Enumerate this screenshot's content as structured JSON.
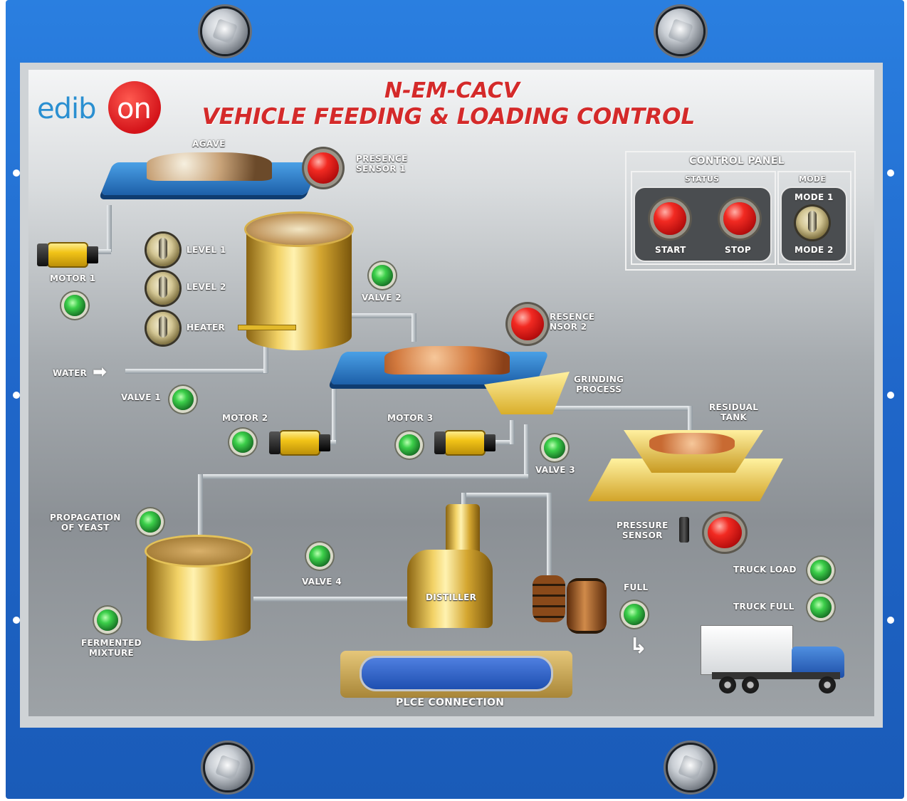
{
  "header": {
    "model": "N-EM-CACV",
    "title": "VEHICLE FEEDING & LOADING CONTROL",
    "brand_left": "edib",
    "brand_right": "on"
  },
  "labels": {
    "agave": "AGAVE",
    "presence_sensor_1": "PRESENCE\nSENSOR 1",
    "motor_1": "MOTOR 1",
    "level_1": "LEVEL 1",
    "level_2": "LEVEL 2",
    "heater": "HEATER",
    "valve_2": "VALVE 2",
    "presence_sensor_2": "RESENCE\nNSOR 2",
    "water": "WATER",
    "valve_1": "VALVE 1",
    "grinding_process": "GRINDING\nPROCESS",
    "motor_2": "MOTOR 2",
    "motor_3": "MOTOR 3",
    "residual_tank": "RESIDUAL\nTANK",
    "valve_3": "VALVE 3",
    "propagation_of_yeast": "PROPAGATION\nOF YEAST",
    "pressure_sensor": "PRESSURE\nSENSOR",
    "valve_4": "VALVE 4",
    "distiller": "DISTILLER",
    "full": "FULL",
    "truck_load": "TRUCK LOAD",
    "truck_full": "TRUCK FULL",
    "fermented_mixture": "FERMENTED\nMIXTURE",
    "plce_connection": "PLCE CONNECTION"
  },
  "control_panel": {
    "title": "CONTROL PANEL",
    "status_title": "STATUS",
    "mode_title": "MODE",
    "start": "START",
    "stop": "STOP",
    "mode_1": "MODE 1",
    "mode_2": "MODE 2"
  },
  "colors": {
    "frame_blue": "#1f66c9",
    "title_red": "#d42a2a",
    "led_green": "#3ccf4a",
    "button_red": "#f22a22",
    "tank_gold": "#f2d266",
    "brand_blue": "#2a8fd1"
  },
  "icons": {
    "arrow_water": "right-arrow-icon",
    "arrow_full": "down-right-arrow-icon"
  }
}
